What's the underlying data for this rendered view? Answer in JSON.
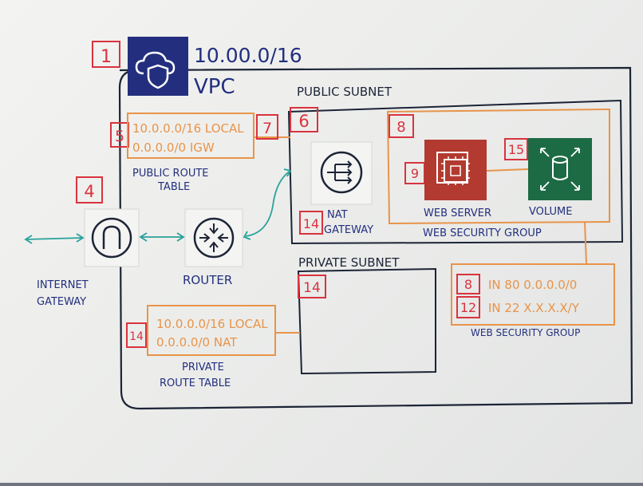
{
  "vpc": {
    "cidr": "10.00.0/16",
    "label": "VPC",
    "badge": "1"
  },
  "public_subnet": {
    "label": "PUBLIC SUBNET",
    "badge": "6"
  },
  "private_subnet": {
    "label": "PRIVATE SUBNET",
    "badge": "14"
  },
  "public_route_table": {
    "badge": "5",
    "row1": "10.0.0.0/16 LOCAL",
    "row2": "0.0.0.0/0 IGW",
    "label_line1": "PUBLIC ROUTE",
    "label_line2": "TABLE",
    "link_badge": "7"
  },
  "private_route_table": {
    "badge": "14",
    "row1": "10.0.0.0/16 LOCAL",
    "row2": "0.0.0.0/0 NAT",
    "label_line1": "PRIVATE",
    "label_line2": "ROUTE TABLE"
  },
  "internet_gateway": {
    "badge": "4",
    "label_line1": "INTERNET",
    "label_line2": "GATEWAY"
  },
  "router": {
    "label": "ROUTER"
  },
  "nat_gateway": {
    "badge": "14",
    "label_line1": "NAT",
    "label_line2": "GATEWAY"
  },
  "web_security_group_box": {
    "badge": "8",
    "label": "WEB SECURITY GROUP"
  },
  "web_server": {
    "badge": "9",
    "label": "WEB SERVER"
  },
  "volume": {
    "badge": "15",
    "label": "VOLUME"
  },
  "sg_rules": {
    "rule1_badge": "8",
    "rule1": "IN 80 0.0.0.0/0",
    "rule2_badge": "12",
    "rule2": "IN 22 X.X.X.X/Y",
    "label": "WEB SECURITY GROUP"
  },
  "colors": {
    "orange": "#e8944a",
    "red": "#d9333f",
    "teal": "#2aa19b",
    "ink": "#1c2436",
    "vpc_blue": "#232f7e",
    "ec2_red": "#b23a30",
    "ebs_green": "#1d6b45"
  },
  "icons": {
    "vpc": "cloud-shield-icon",
    "igw": "gateway-arch-icon",
    "router": "router-arrows-icon",
    "nat": "nat-arrows-icon",
    "ec2": "chip-icon",
    "ebs": "cylinder-icon"
  }
}
